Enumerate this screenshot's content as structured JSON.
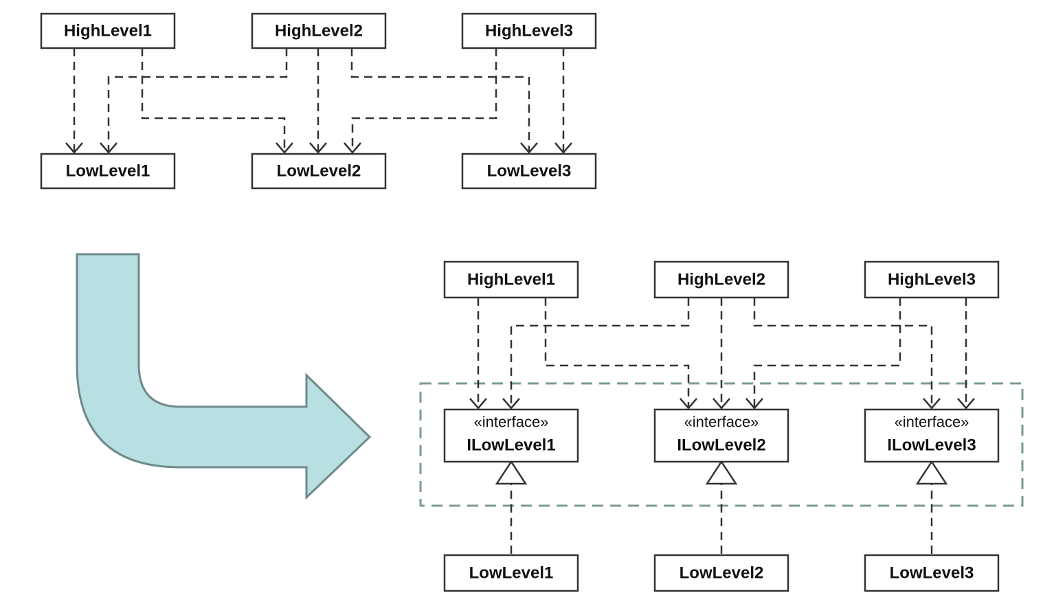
{
  "colors": {
    "arrow_fill": "#b8dfe1",
    "arrow_stroke": "#6f8a8c",
    "group_border": "#7a9a9a",
    "line": "#333333"
  },
  "before": {
    "high": [
      "HighLevel1",
      "HighLevel2",
      "HighLevel3"
    ],
    "low": [
      "LowLevel1",
      "LowLevel2",
      "LowLevel3"
    ]
  },
  "after": {
    "high": [
      "HighLevel1",
      "HighLevel2",
      "HighLevel3"
    ],
    "interfaces": [
      {
        "stereotype": "«interface»",
        "name": "ILowLevel1"
      },
      {
        "stereotype": "«interface»",
        "name": "ILowLevel2"
      },
      {
        "stereotype": "«interface»",
        "name": "ILowLevel3"
      }
    ],
    "low": [
      "LowLevel1",
      "LowLevel2",
      "LowLevel3"
    ]
  },
  "transition_icon": "curved-arrow-icon"
}
